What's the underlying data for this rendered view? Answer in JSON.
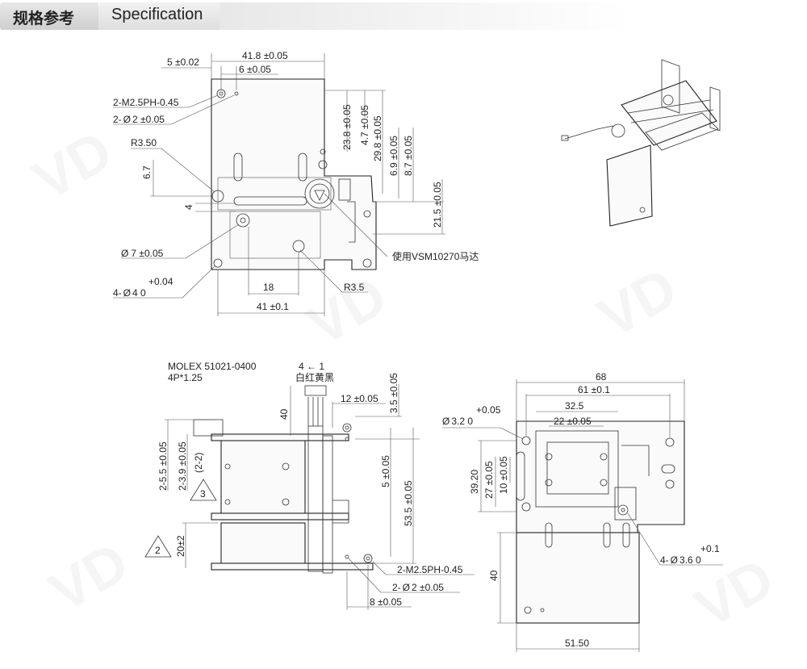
{
  "header": {
    "title_cn": "规格参考",
    "title_en": "Specification"
  },
  "top_view": {
    "dims": {
      "d_5": "5 ±0.02",
      "d_41_8": "41.8 ±0.05",
      "d_6": "6 ±0.05",
      "thread": "2-M2.5PH-0.45",
      "pin_hole": "2-",
      "pin_hole_val": "2 ±0.05",
      "radius_350": "R3.50",
      "d_6_7": "6.7",
      "d_4": "4",
      "d_23_8": "23.8 ±0.05",
      "d_4_7": "4.7 ±0.05",
      "d_29_8": "29.8 ±0.05",
      "d_6_9": "6.9 ±0.05",
      "d_8_7": "8.7 ±0.05",
      "d_21_5": "21.5 ±0.05",
      "motor_note": "使用VSM10270马达",
      "dia_7": "7 ±0.05",
      "tol_plus": "+0.04",
      "four_holes": "4-",
      "four_holes_val": "4   0",
      "d_18": "18",
      "radius_35": "R3.5",
      "d_41": "41 ±0.1"
    }
  },
  "side_view": {
    "dims": {
      "connector": "MOLEX 51021-0400",
      "connector_pitch": "4P*1.25",
      "pin_order": "4 ←  1",
      "wire_colors": "白红黄黑",
      "d_40_wire": "40",
      "d_12": "12 ±0.05",
      "d_3_5": "3.5 ±0.05",
      "d_2_5_5": "2-5.5 ±0.05",
      "d_2_3_9": "2-3.9 ±0.05",
      "d_2_2": "(2-2)",
      "tri_3": "3",
      "tri_2": "2",
      "d_20": "20±2",
      "d_5": "5 ±0.05",
      "d_53_5": "53.5 ±0.05",
      "thread": "2-M2.5PH-0.45",
      "pin_hole": "2-",
      "pin_hole_val": "2 ±0.05",
      "d_8": "8 ±0.05"
    }
  },
  "front_view": {
    "dims": {
      "d_68": "68",
      "d_61": "61 ±0.1",
      "d_32_5": "32.5",
      "d_22": "22 ±0.05",
      "tol_plus": "+0.05",
      "dia_3_2": "3.2   0",
      "d_39_20": "39.20",
      "d_27": "27 ±0.05",
      "d_10": "10 ±0.05",
      "d_40": "40",
      "tol_plus_b": "+0.1",
      "four_holes": "4-",
      "four_holes_val": "3.6   0",
      "d_51_50": "51.50"
    }
  }
}
